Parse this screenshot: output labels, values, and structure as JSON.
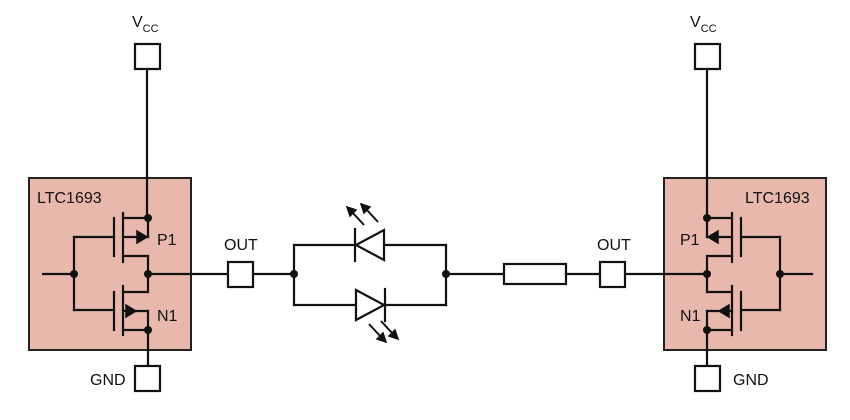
{
  "left_chip": {
    "part_label": "LTC1693",
    "pmos_label": "P1",
    "nmos_label": "N1",
    "out_label": "OUT",
    "supply_label": "V",
    "supply_sub": "CC",
    "ground_label": "GND"
  },
  "right_chip": {
    "part_label": "LTC1693",
    "pmos_label": "P1",
    "nmos_label": "N1",
    "out_label": "OUT",
    "supply_label": "V",
    "supply_sub": "CC",
    "ground_label": "GND"
  },
  "colors": {
    "ic_fill": "#e8b8ad",
    "wire": "#111111"
  }
}
